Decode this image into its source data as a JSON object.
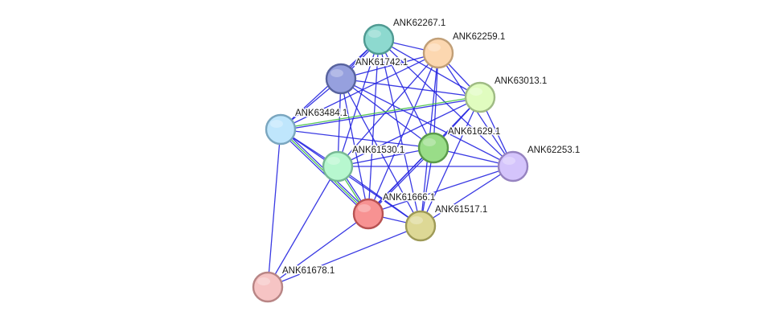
{
  "nodes": [
    {
      "id": "ANK62267.1",
      "label": "ANK62267.1",
      "fill": "#8dd9cf",
      "stroke": "#4f9a92"
    },
    {
      "id": "ANK62259.1",
      "label": "ANK62259.1",
      "fill": "#fcd7b0",
      "stroke": "#c19f77"
    },
    {
      "id": "ANK61742.1",
      "label": "ANK61742.1",
      "fill": "#96a0de",
      "stroke": "#58639e"
    },
    {
      "id": "ANK63013.1",
      "label": "ANK63013.1",
      "fill": "#e0fcbf",
      "stroke": "#9fbb84"
    },
    {
      "id": "ANK63484.1",
      "label": "ANK63484.1",
      "fill": "#bfe6fc",
      "stroke": "#7aa6bf"
    },
    {
      "id": "ANK61629.1",
      "label": "ANK61629.1",
      "fill": "#99dd88",
      "stroke": "#5a9a4a"
    },
    {
      "id": "ANK62253.1",
      "label": "ANK62253.1",
      "fill": "#d4c4fb",
      "stroke": "#9683c0"
    },
    {
      "id": "ANK61530.1",
      "label": "ANK61530.1",
      "fill": "#b7f7cf",
      "stroke": "#77b894"
    },
    {
      "id": "ANK61666.1",
      "label": "ANK61666.1",
      "fill": "#f79292",
      "stroke": "#b85252"
    },
    {
      "id": "ANK61517.1",
      "label": "ANK61517.1",
      "fill": "#ddd895",
      "stroke": "#9e9a57"
    },
    {
      "id": "ANK61678.1",
      "label": "ANK61678.1",
      "fill": "#f6c4c4",
      "stroke": "#b88585"
    }
  ],
  "edges": [
    {
      "source": "ANK62267.1",
      "target": "ANK62259.1",
      "colors": [
        "#2323e0"
      ]
    },
    {
      "source": "ANK62267.1",
      "target": "ANK61742.1",
      "colors": [
        "#2323e0",
        "#2323e0"
      ]
    },
    {
      "source": "ANK62267.1",
      "target": "ANK63013.1",
      "colors": [
        "#2323e0"
      ]
    },
    {
      "source": "ANK62267.1",
      "target": "ANK63484.1",
      "colors": [
        "#2323e0"
      ]
    },
    {
      "source": "ANK62267.1",
      "target": "ANK61629.1",
      "colors": [
        "#2323e0"
      ]
    },
    {
      "source": "ANK62267.1",
      "target": "ANK62253.1",
      "colors": [
        "#2323e0"
      ]
    },
    {
      "source": "ANK62267.1",
      "target": "ANK61530.1",
      "colors": [
        "#2323e0"
      ]
    },
    {
      "source": "ANK62267.1",
      "target": "ANK61666.1",
      "colors": [
        "#2323e0"
      ]
    },
    {
      "source": "ANK62267.1",
      "target": "ANK61517.1",
      "colors": [
        "#2323e0"
      ]
    },
    {
      "source": "ANK62259.1",
      "target": "ANK61742.1",
      "colors": [
        "#2323e0"
      ]
    },
    {
      "source": "ANK62259.1",
      "target": "ANK63013.1",
      "colors": [
        "#2323e0"
      ]
    },
    {
      "source": "ANK62259.1",
      "target": "ANK63484.1",
      "colors": [
        "#2323e0"
      ]
    },
    {
      "source": "ANK62259.1",
      "target": "ANK61629.1",
      "colors": [
        "#2323e0"
      ]
    },
    {
      "source": "ANK62259.1",
      "target": "ANK62253.1",
      "colors": [
        "#2323e0"
      ]
    },
    {
      "source": "ANK62259.1",
      "target": "ANK61530.1",
      "colors": [
        "#2323e0"
      ]
    },
    {
      "source": "ANK62259.1",
      "target": "ANK61666.1",
      "colors": [
        "#2323e0"
      ]
    },
    {
      "source": "ANK62259.1",
      "target": "ANK61517.1",
      "colors": [
        "#2323e0"
      ]
    },
    {
      "source": "ANK61742.1",
      "target": "ANK63013.1",
      "colors": [
        "#2323e0"
      ]
    },
    {
      "source": "ANK61742.1",
      "target": "ANK63484.1",
      "colors": [
        "#2323e0"
      ]
    },
    {
      "source": "ANK61742.1",
      "target": "ANK61629.1",
      "colors": [
        "#2323e0"
      ]
    },
    {
      "source": "ANK61742.1",
      "target": "ANK62253.1",
      "colors": [
        "#2323e0"
      ]
    },
    {
      "source": "ANK61742.1",
      "target": "ANK61530.1",
      "colors": [
        "#2323e0"
      ]
    },
    {
      "source": "ANK61742.1",
      "target": "ANK61666.1",
      "colors": [
        "#2323e0"
      ]
    },
    {
      "source": "ANK61742.1",
      "target": "ANK61517.1",
      "colors": [
        "#2323e0"
      ]
    },
    {
      "source": "ANK63013.1",
      "target": "ANK63484.1",
      "colors": [
        "#2323e0",
        "#44c044"
      ]
    },
    {
      "source": "ANK63013.1",
      "target": "ANK61629.1",
      "colors": [
        "#2323e0"
      ]
    },
    {
      "source": "ANK63013.1",
      "target": "ANK62253.1",
      "colors": [
        "#2323e0"
      ]
    },
    {
      "source": "ANK63013.1",
      "target": "ANK61530.1",
      "colors": [
        "#2323e0"
      ]
    },
    {
      "source": "ANK63013.1",
      "target": "ANK61666.1",
      "colors": [
        "#2323e0"
      ]
    },
    {
      "source": "ANK63013.1",
      "target": "ANK61517.1",
      "colors": [
        "#2323e0"
      ]
    },
    {
      "source": "ANK63484.1",
      "target": "ANK61629.1",
      "colors": [
        "#2323e0"
      ]
    },
    {
      "source": "ANK63484.1",
      "target": "ANK61530.1",
      "colors": [
        "#2323e0"
      ]
    },
    {
      "source": "ANK63484.1",
      "target": "ANK61666.1",
      "colors": [
        "#2323e0",
        "#44c044",
        "#2323e0"
      ]
    },
    {
      "source": "ANK63484.1",
      "target": "ANK61517.1",
      "colors": [
        "#2323e0"
      ]
    },
    {
      "source": "ANK63484.1",
      "target": "ANK61678.1",
      "colors": [
        "#2323e0"
      ]
    },
    {
      "source": "ANK61629.1",
      "target": "ANK62253.1",
      "colors": [
        "#2323e0"
      ]
    },
    {
      "source": "ANK61629.1",
      "target": "ANK61530.1",
      "colors": [
        "#2323e0"
      ]
    },
    {
      "source": "ANK61629.1",
      "target": "ANK61666.1",
      "colors": [
        "#2323e0",
        "#2323e0"
      ]
    },
    {
      "source": "ANK61629.1",
      "target": "ANK61517.1",
      "colors": [
        "#2323e0"
      ]
    },
    {
      "source": "ANK62253.1",
      "target": "ANK61530.1",
      "colors": [
        "#2323e0"
      ]
    },
    {
      "source": "ANK62253.1",
      "target": "ANK61666.1",
      "colors": [
        "#2323e0"
      ]
    },
    {
      "source": "ANK62253.1",
      "target": "ANK61517.1",
      "colors": [
        "#2323e0"
      ]
    },
    {
      "source": "ANK61530.1",
      "target": "ANK61666.1",
      "colors": [
        "#2323e0",
        "#44c044"
      ]
    },
    {
      "source": "ANK61530.1",
      "target": "ANK61517.1",
      "colors": [
        "#2323e0"
      ]
    },
    {
      "source": "ANK61530.1",
      "target": "ANK61678.1",
      "colors": [
        "#2323e0"
      ]
    },
    {
      "source": "ANK61666.1",
      "target": "ANK61517.1",
      "colors": [
        "#2323e0"
      ]
    },
    {
      "source": "ANK61666.1",
      "target": "ANK61678.1",
      "colors": [
        "#2323e0"
      ]
    },
    {
      "source": "ANK61517.1",
      "target": "ANK61678.1",
      "colors": [
        "#2323e0"
      ]
    }
  ]
}
